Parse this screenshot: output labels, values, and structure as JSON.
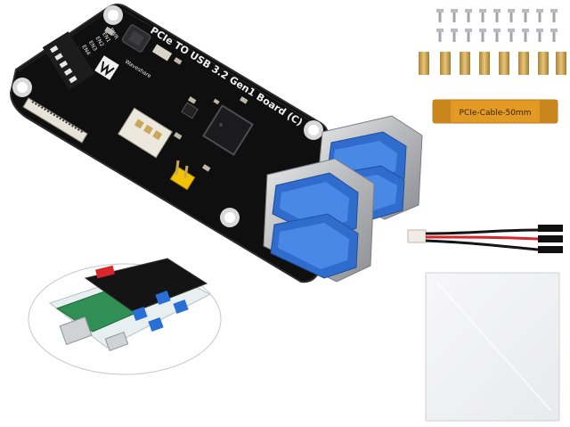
{
  "board": {
    "title_text": "PCIe TO USB 3.2 Gen1 Board (C)",
    "brand_text": "Waveshare",
    "led_labels": [
      "PWR",
      "EN1",
      "EN2",
      "EN3",
      "EN4"
    ]
  },
  "cable": {
    "label_text": "PCIe-Cable-50mm"
  },
  "colors": {
    "pcb": "#111111",
    "usb_blue": "#2a6fd6",
    "flex_cable": "#e39a24",
    "brass": "#c9a75a",
    "wire_red": "#d8262b",
    "wire_black": "#151515",
    "sheet": "#f1f2f4"
  },
  "icons": {
    "brand_logo": "waveshare-logo-icon"
  }
}
